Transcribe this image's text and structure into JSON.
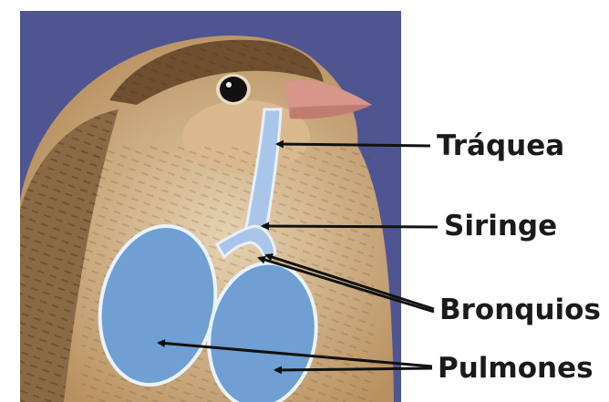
{
  "labels": {
    "traquea": "Tráquea",
    "siringe": "Siringe",
    "bronquios": "Bronquios",
    "pulmones": "Pulmones"
  },
  "colors": {
    "background_panel": "#4f5591",
    "bird_body": "#c9a37a",
    "bird_breast": "#dcc29c",
    "beak": "#d8968a",
    "organ_fill": "#6f9fd3",
    "trachea_fill": "#a9c6ea",
    "arrow": "#111111"
  }
}
